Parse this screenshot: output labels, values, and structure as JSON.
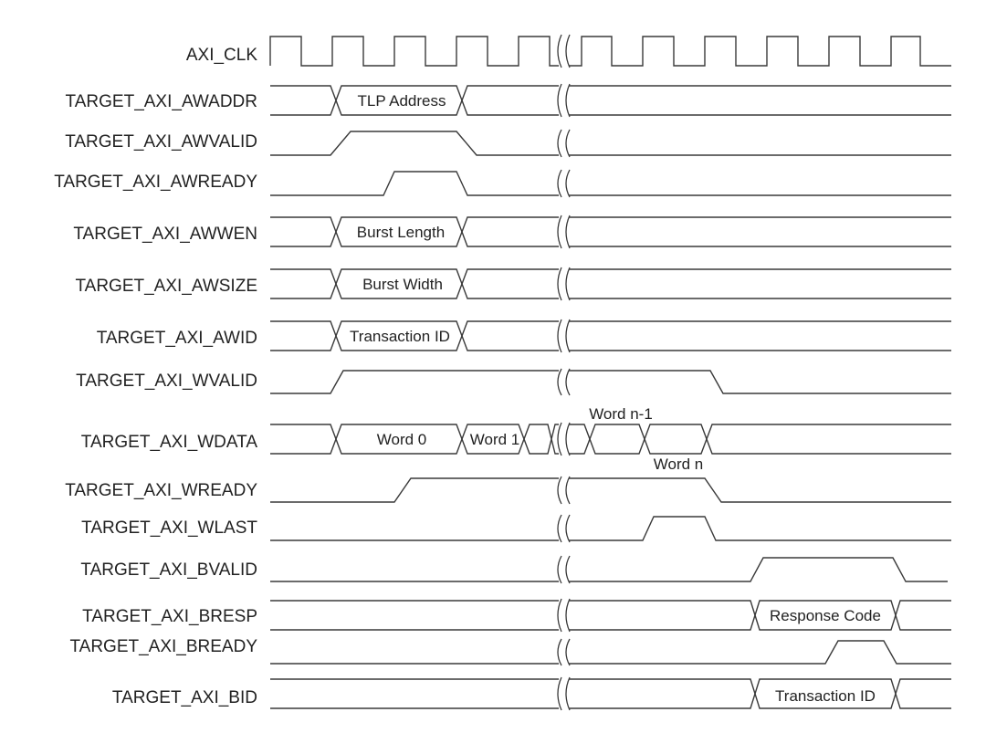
{
  "signals": [
    {
      "id": "clk",
      "label": "AXI_CLK"
    },
    {
      "id": "awaddr",
      "label": "TARGET_AXI_AWADDR",
      "annotations": [
        "TLP Address"
      ]
    },
    {
      "id": "awvalid",
      "label": "TARGET_AXI_AWVALID"
    },
    {
      "id": "awready",
      "label": "TARGET_AXI_AWREADY"
    },
    {
      "id": "awwen",
      "label": "TARGET_AXI_AWWEN",
      "annotations": [
        "Burst Length"
      ]
    },
    {
      "id": "awsize",
      "label": "TARGET_AXI_AWSIZE",
      "annotations": [
        "Burst Width"
      ]
    },
    {
      "id": "awid",
      "label": "TARGET_AXI_AWID",
      "annotations": [
        "Transaction ID"
      ]
    },
    {
      "id": "wvalid",
      "label": "TARGET_AXI_WVALID"
    },
    {
      "id": "wdata",
      "label": "TARGET_AXI_WDATA",
      "annotations": [
        "Word 0",
        "Word 1",
        "Word n-1",
        "Word n"
      ]
    },
    {
      "id": "wready",
      "label": "TARGET_AXI_WREADY"
    },
    {
      "id": "wlast",
      "label": "TARGET_AXI_WLAST"
    },
    {
      "id": "bvalid",
      "label": "TARGET_AXI_BVALID"
    },
    {
      "id": "bresp",
      "label": "TARGET_AXI_BRESP",
      "annotations": [
        "Response Code"
      ]
    },
    {
      "id": "bready",
      "label": "TARGET_AXI_BREADY"
    },
    {
      "id": "bid",
      "label": "TARGET_AXI_BID",
      "annotations": [
        "Transaction ID"
      ]
    }
  ]
}
